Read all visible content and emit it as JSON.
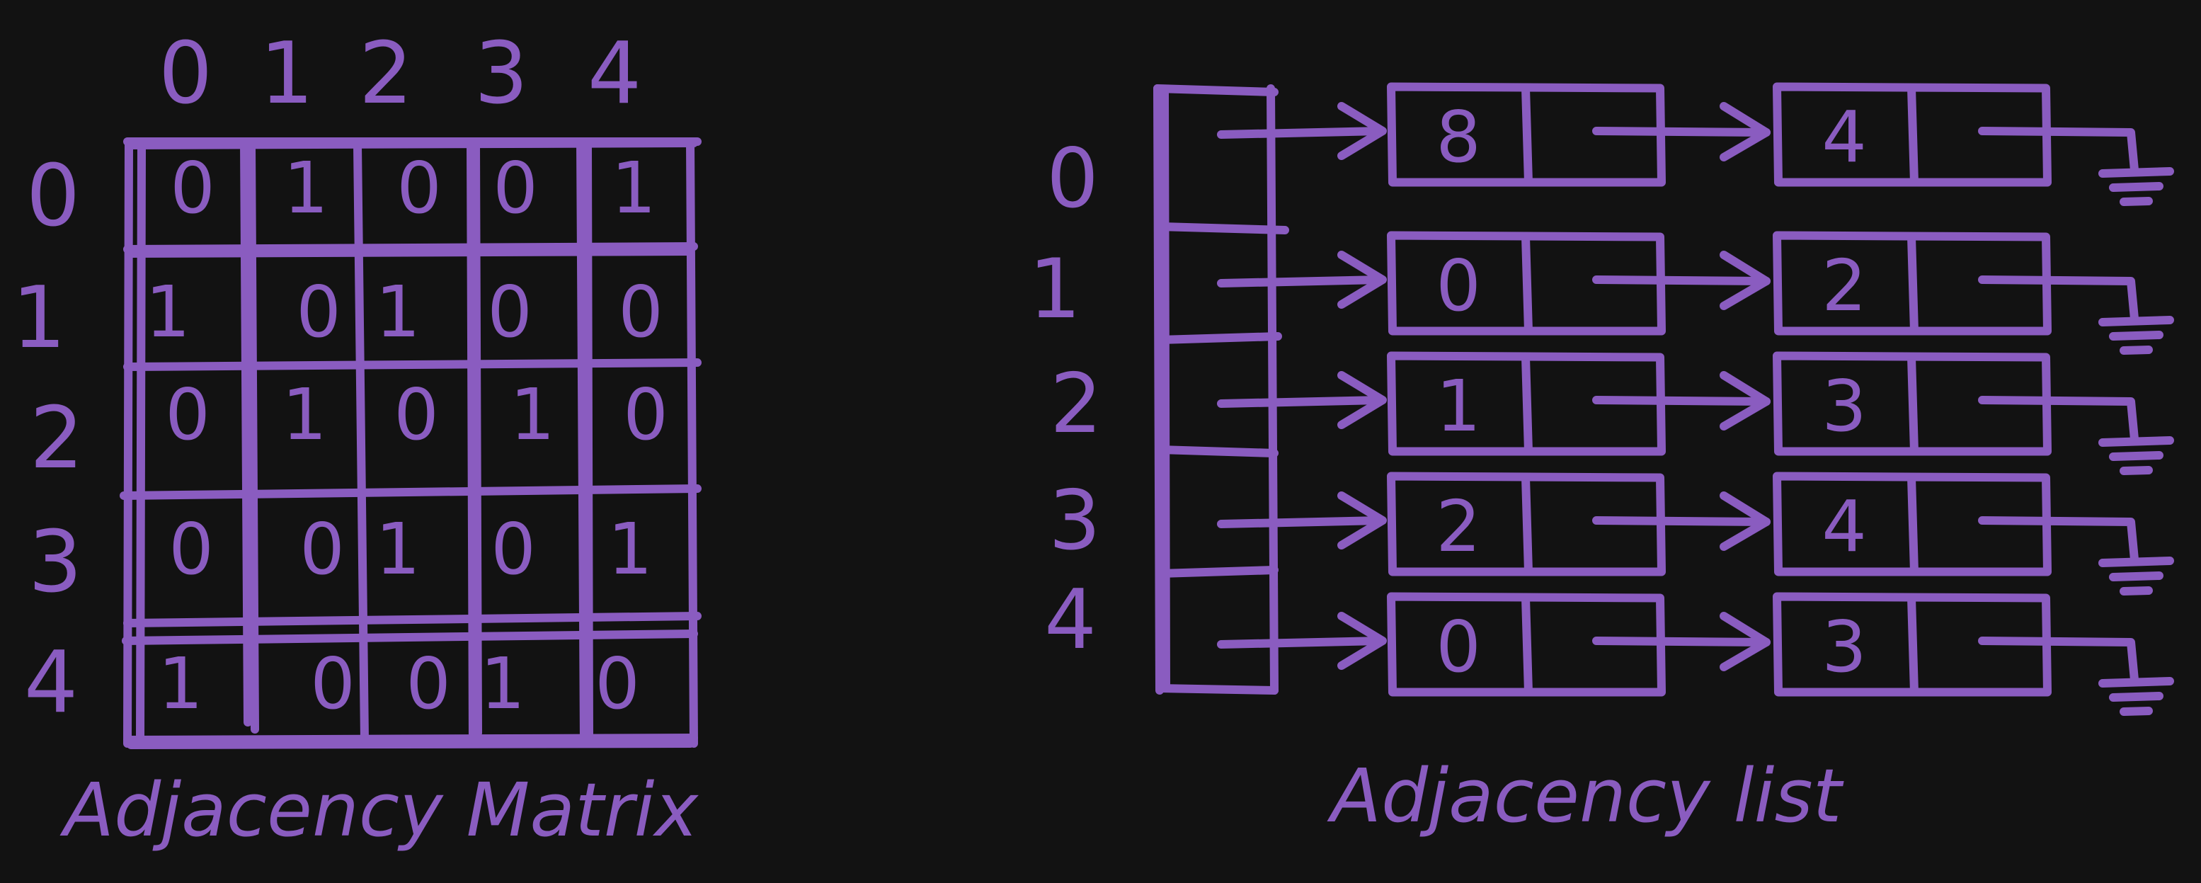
{
  "colors": {
    "background": "#121212",
    "ink": "#8a5cc0"
  },
  "matrix": {
    "caption": "Adjacency Matrix",
    "col_headers": [
      "0",
      "1",
      "2",
      "3",
      "4"
    ],
    "row_headers": [
      "0",
      "1",
      "2",
      "3",
      "4"
    ],
    "cells": [
      [
        "0",
        "1",
        "0",
        "0",
        "1"
      ],
      [
        "1",
        "0",
        "1",
        "0",
        "0"
      ],
      [
        "0",
        "1",
        "0",
        "1",
        "0"
      ],
      [
        "0",
        "0",
        "1",
        "0",
        "1"
      ],
      [
        "1",
        "0",
        "0",
        "1",
        "0"
      ]
    ]
  },
  "list": {
    "caption": "Adjacency list",
    "row_labels": [
      "0",
      "1",
      "2",
      "3",
      "4"
    ],
    "rows": [
      {
        "nodes": [
          "8",
          "4"
        ]
      },
      {
        "nodes": [
          "0",
          "2"
        ]
      },
      {
        "nodes": [
          "1",
          "3"
        ]
      },
      {
        "nodes": [
          "2",
          "4"
        ]
      },
      {
        "nodes": [
          "0",
          "3"
        ]
      }
    ],
    "terminator_icon": "ground-null-icon"
  }
}
